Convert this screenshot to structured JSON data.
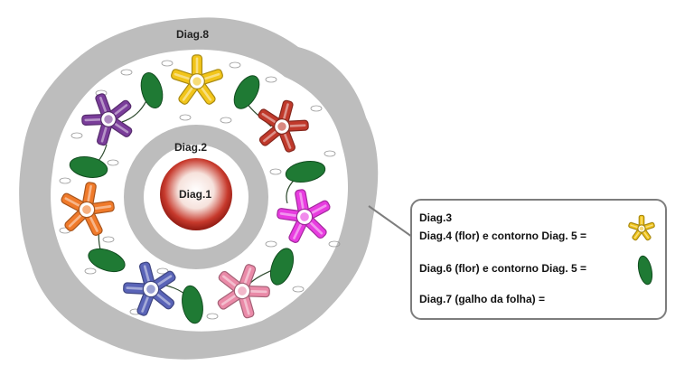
{
  "diagram": {
    "labels": {
      "diag8": "Diag.8",
      "diag2": "Diag.2",
      "diag1": "Diag.1"
    },
    "flower_colors": [
      "#f2c51a",
      "#c0392b",
      "#e83ce0",
      "#ea8aa8",
      "#5a64b8",
      "#f07a2a",
      "#7a3d9a"
    ],
    "leaf_color": "#1f7a34",
    "ring_color": "#bdbdbd",
    "center_color": "#b8201a"
  },
  "legend": {
    "line1": "Diag.3",
    "line2": "Diag.4 (flor) e contorno Diag. 5 =",
    "line3": "Diag.6 (flor) e contorno Diag. 5 =",
    "line4": "Diag.7 (galho da folha) =",
    "flower_icon": "yellow-flower-icon",
    "leaf_icon": "green-leaf-icon"
  }
}
